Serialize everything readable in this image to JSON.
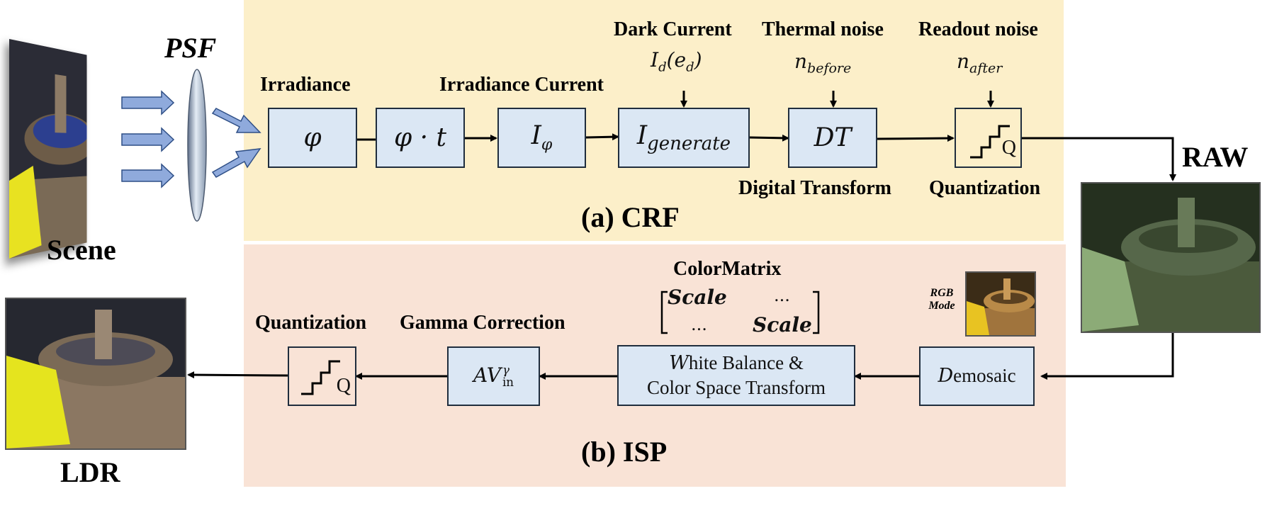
{
  "labels": {
    "psf": "PSF",
    "scene": "Scene",
    "raw": "RAW",
    "ldr": "LDR",
    "crf_title": "(a) CRF",
    "isp_title": "(b)  ISP",
    "irradiance": "Irradiance",
    "irradiance_current": "Irradiance Current",
    "dark_current": "Dark Current",
    "thermal_noise": "Thermal noise",
    "readout_noise": "Readout noise",
    "digital_transform": "Digital Transform",
    "quantization_crf": "Quantization",
    "color_matrix": "ColorMatrix",
    "rgb_mode": "RGB Mode",
    "quantization_isp": "Quantization",
    "gamma_correction": "Gamma Correction"
  },
  "math": {
    "dark_current": "I",
    "dark_current_sub": "d",
    "dark_current_arg": "(e",
    "dark_current_arg_sub": "d",
    "dark_current_close": ")",
    "thermal_noise": "n",
    "thermal_noise_sub": "before",
    "readout_noise": "n",
    "readout_noise_sub": "after",
    "matrix_scale_a": "Scale",
    "matrix_dots_a": "...",
    "matrix_dots_b": "...",
    "matrix_scale_b": "Scale"
  },
  "crf_blocks": {
    "phi": "φ",
    "phi_t": "φ · t",
    "i_phi": "I",
    "i_phi_sub": "φ",
    "i_generate": "I",
    "i_generate_sub": "generate",
    "dt": "DT",
    "quant_q": "Q"
  },
  "isp_blocks": {
    "demosaic_d": "D",
    "demosaic_rest": "emosaic",
    "wb_line1_w": "W",
    "wb_line1_rest": "hite Balance &",
    "wb_line2": "Color Space Transform",
    "gamma_base": "AV",
    "gamma_sup": "γ",
    "gamma_sub": "in",
    "quant_q": "Q"
  },
  "colors": {
    "crf_panel": "#fcefc9",
    "isp_panel": "#f9e3d6",
    "block_fill": "#dbe7f4",
    "arrow_fill": "#8faadc"
  }
}
